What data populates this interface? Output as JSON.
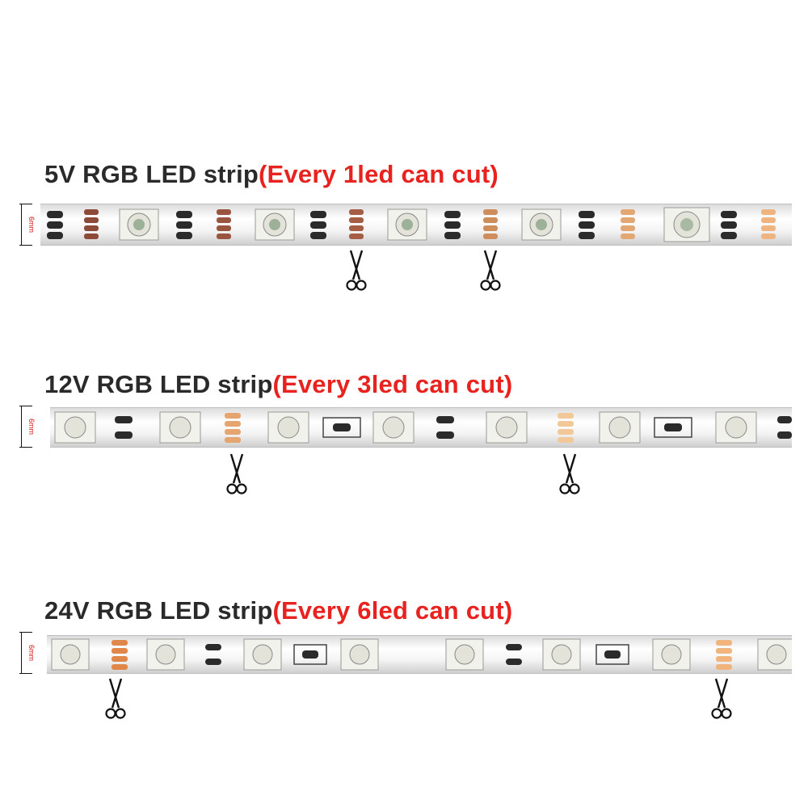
{
  "strips": [
    {
      "title_main": "5V RGB LED strip",
      "title_note": "(Every 1led can cut)",
      "width_label": "6mm"
    },
    {
      "title_main": "12V RGB LED strip",
      "title_note": "(Every 3led can cut)",
      "width_label": "6mm"
    },
    {
      "title_main": "24V RGB LED strip",
      "title_note": "(Every 6led can cut)",
      "width_label": "6mm"
    }
  ],
  "colors": {
    "title": "#2a2a2a",
    "highlight": "#e8231f",
    "pad": "#c8794a",
    "strip": "#f4f4f4"
  },
  "icons": [
    "scissors-icon"
  ]
}
